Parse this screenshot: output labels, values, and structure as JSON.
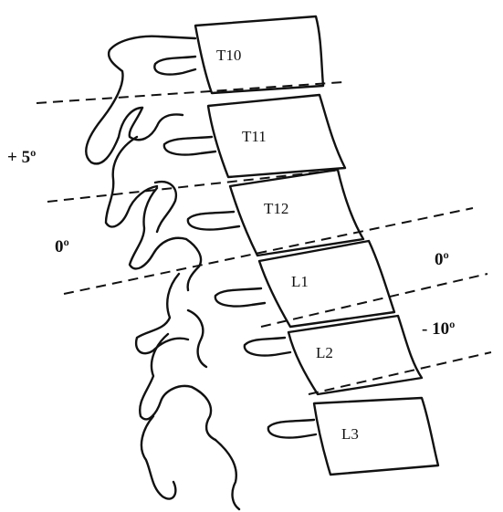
{
  "vertebrae": [
    {
      "id": "t10",
      "label": "T10"
    },
    {
      "id": "t11",
      "label": "T11"
    },
    {
      "id": "t12",
      "label": "T12"
    },
    {
      "id": "l1",
      "label": "L1"
    },
    {
      "id": "l2",
      "label": "L2"
    },
    {
      "id": "l3",
      "label": "L3"
    }
  ],
  "angles": [
    {
      "id": "t10-t11",
      "label": "+ 5º"
    },
    {
      "id": "t11-t12",
      "label": "0º"
    },
    {
      "id": "t12-l1",
      "label": "0º"
    },
    {
      "id": "l1-l2",
      "label": "- 10º"
    }
  ],
  "colors": {
    "ink": "#111111",
    "background": "#ffffff"
  }
}
